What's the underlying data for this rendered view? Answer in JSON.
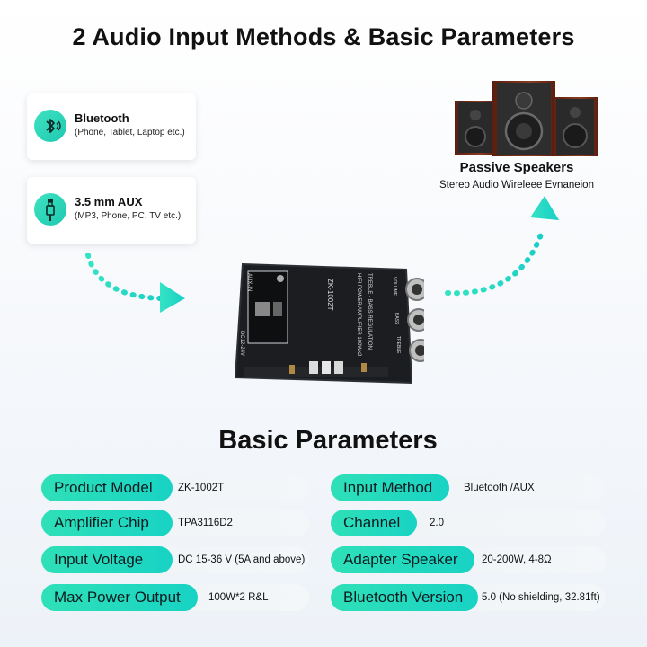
{
  "header": {
    "title": "2 Audio Input Methods & Basic Parameters"
  },
  "inputs": [
    {
      "icon": "bluetooth-icon",
      "label": "Bluetooth",
      "sub": "(Phone, Tablet, Laptop etc.)"
    },
    {
      "icon": "aux-jack-icon",
      "label": "3.5 mm AUX",
      "sub": "(MP3, Phone, PC, TV etc.)"
    }
  ],
  "speaker": {
    "title": "Passive Speakers",
    "subtitle": "Stereo Audio Wirelee​e Evnaneion"
  },
  "board": {
    "model": "ZK-1002T",
    "line1": "HIFI POWER AMPLIFIER 100Wx2",
    "line2": "TREBLE - BASS REGULATION",
    "aux": "AUX-IN",
    "dc": "DC12-24V",
    "knob_volume": "VOLUME",
    "knob_bass": "BASS",
    "knob_treble": "TREBLE"
  },
  "params": {
    "title": "Basic Parameters",
    "left": [
      {
        "label": "Product Model",
        "value": "ZK-1002T"
      },
      {
        "label": "Amplifier Chip",
        "value": "TPA3116D2"
      },
      {
        "label": "Input Voltage",
        "value": "DC 15-36 V (5A and above)"
      },
      {
        "label": "Max Power Output",
        "value": "100W*2 R&L"
      }
    ],
    "right": [
      {
        "label": "Input Method",
        "value": "Bluetooth /AUX"
      },
      {
        "label": "Channel",
        "value": "2.0"
      },
      {
        "label": "Adapter Speaker",
        "value": "20-200W, 4-8Ω"
      },
      {
        "label": "Bluetooth Version",
        "value": "5.0 (No shielding, 32.81ft)"
      }
    ]
  },
  "colors": {
    "accent": "#1fd6bd",
    "board": "#1b1d21",
    "wood": "#7a2e1a"
  }
}
